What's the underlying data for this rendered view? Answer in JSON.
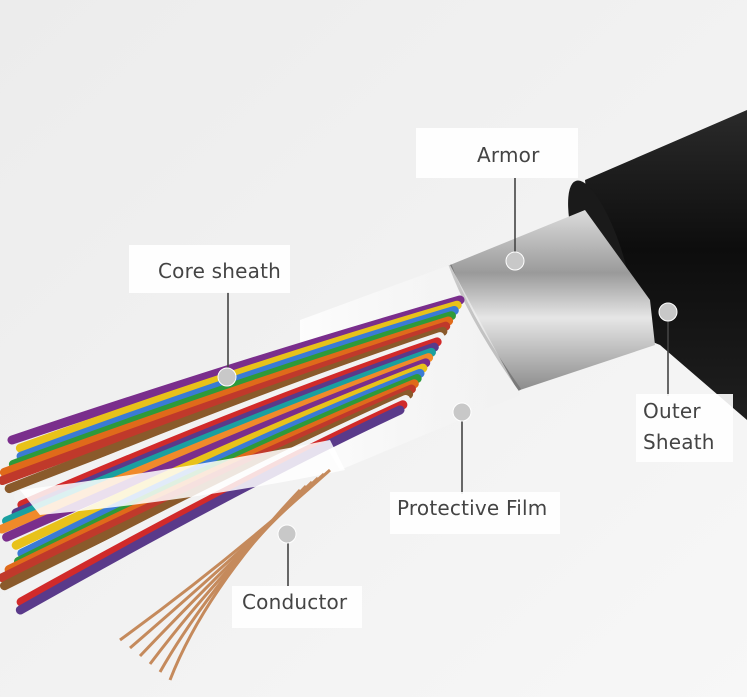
{
  "labels": {
    "armor": "Armor",
    "core_sheath": "Core sheath",
    "outer_sheath_line1": "Outer",
    "outer_sheath_line2": "Sheath",
    "protective_film": "Protective Film",
    "conductor": "Conductor"
  },
  "colors": {
    "background": "#f2f2f2",
    "label_text": "#444444",
    "leader_line": "#444444",
    "marker_dot": "#c8c8c8",
    "outer_sheath": "#151515",
    "armor": "#b9b9b9",
    "copper": "#c58a5c"
  },
  "wire_colors": [
    "#7a2e8c",
    "#e8c21a",
    "#3a7bd5",
    "#2e9a3a",
    "#e06a1a",
    "#c0392b",
    "#8a5a2b",
    "#f2f2f2",
    "#d12a2a",
    "#5a3a8a",
    "#1aa0a0",
    "#f08a2a"
  ]
}
